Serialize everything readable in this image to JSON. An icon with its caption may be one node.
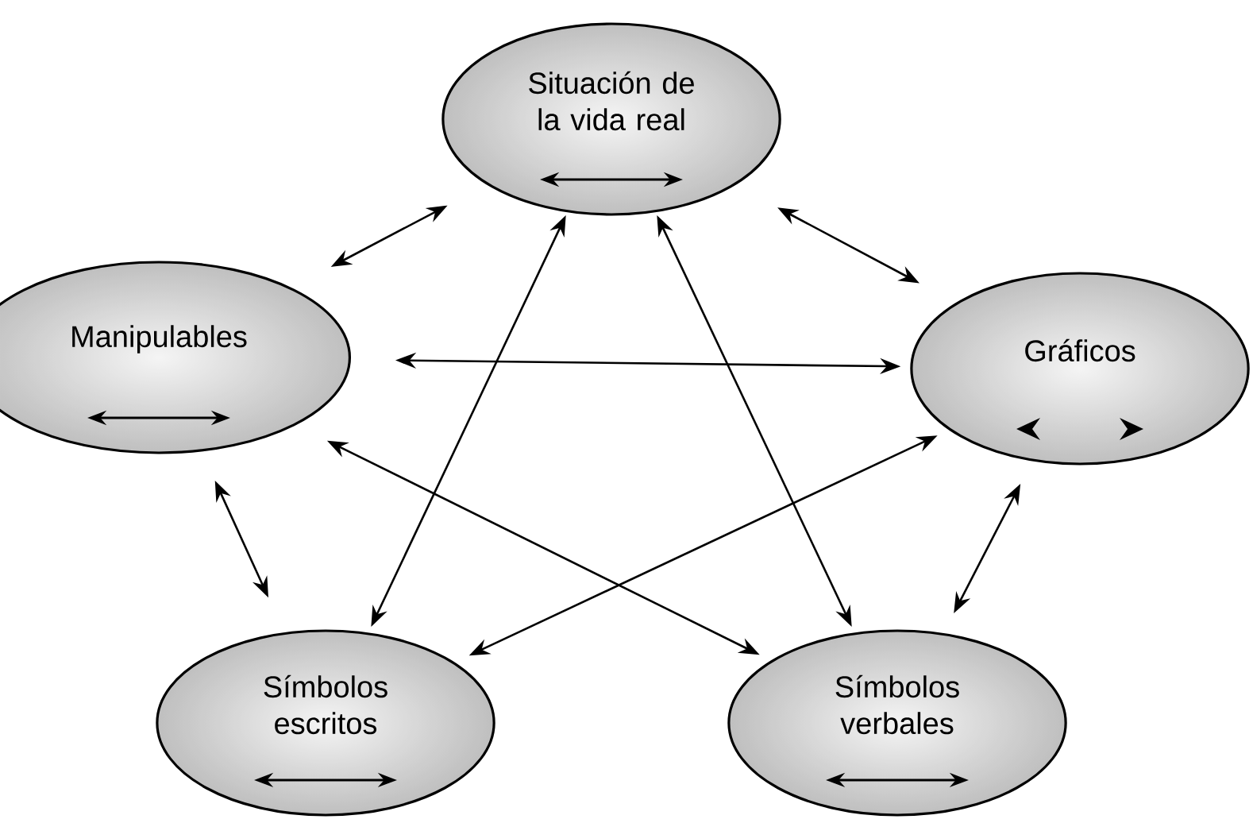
{
  "diagram": {
    "nodes": [
      {
        "text": [
          "Situación de la vida real"
        ]
      },
      {
        "text": [
          "Manipulables"
        ]
      },
      {
        "text": [
          "Gráficos"
        ]
      },
      {
        "text": [
          "Símbolos escritos"
        ]
      },
      {
        "text": [
          "Símbolos verbales"
        ]
      }
    ],
    "edges": [
      {
        "from": 0,
        "to": 1,
        "arrow": "both"
      },
      {
        "from": 0,
        "to": 2,
        "arrow": "both"
      },
      {
        "from": 1,
        "to": 2,
        "arrow": "both"
      },
      {
        "from": 0,
        "to": 3,
        "arrow": "both"
      },
      {
        "from": 0,
        "to": 4,
        "arrow": "both"
      },
      {
        "from": 1,
        "to": 3,
        "arrow": "both"
      },
      {
        "from": 1,
        "to": 4,
        "arrow": "both"
      },
      {
        "from": 2,
        "to": 3,
        "arrow": "both"
      },
      {
        "from": 2,
        "to": 4,
        "arrow": "both"
      }
    ]
  }
}
